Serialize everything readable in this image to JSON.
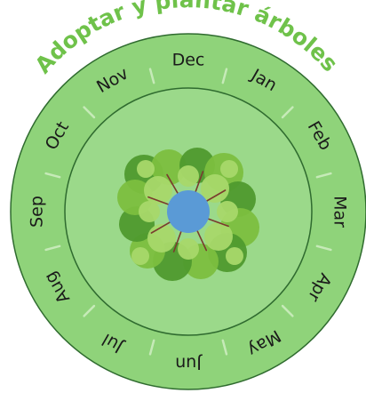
{
  "title": "Adoptar y plantar árboles",
  "months": [
    {
      "key": "dec",
      "label": "Dec"
    },
    {
      "key": "jan",
      "label": "Jan"
    },
    {
      "key": "feb",
      "label": "Feb"
    },
    {
      "key": "mar",
      "label": "Mar"
    },
    {
      "key": "apr",
      "label": "Apr"
    },
    {
      "key": "may",
      "label": "May"
    },
    {
      "key": "jun",
      "label": "Jun"
    },
    {
      "key": "jul",
      "label": "Jul"
    },
    {
      "key": "aug",
      "label": "Aug"
    },
    {
      "key": "sep",
      "label": "Sep"
    },
    {
      "key": "oct",
      "label": "Oct"
    },
    {
      "key": "nov",
      "label": "Nov"
    }
  ],
  "colors": {
    "outer_ring": "#8fd37a",
    "inner_disc": "#9bd98a",
    "ring_stroke": "#2f6b2f",
    "divider": "#c6eab8",
    "title": "#6fc24a",
    "pond": "#5a9ad6",
    "foliage_dark": "#4f9a2e",
    "foliage_mid": "#7cbf3f",
    "foliage_light": "#a8d86a",
    "branch": "#7a3b2e"
  },
  "center_icon": "tree-canopy-with-pond-icon"
}
